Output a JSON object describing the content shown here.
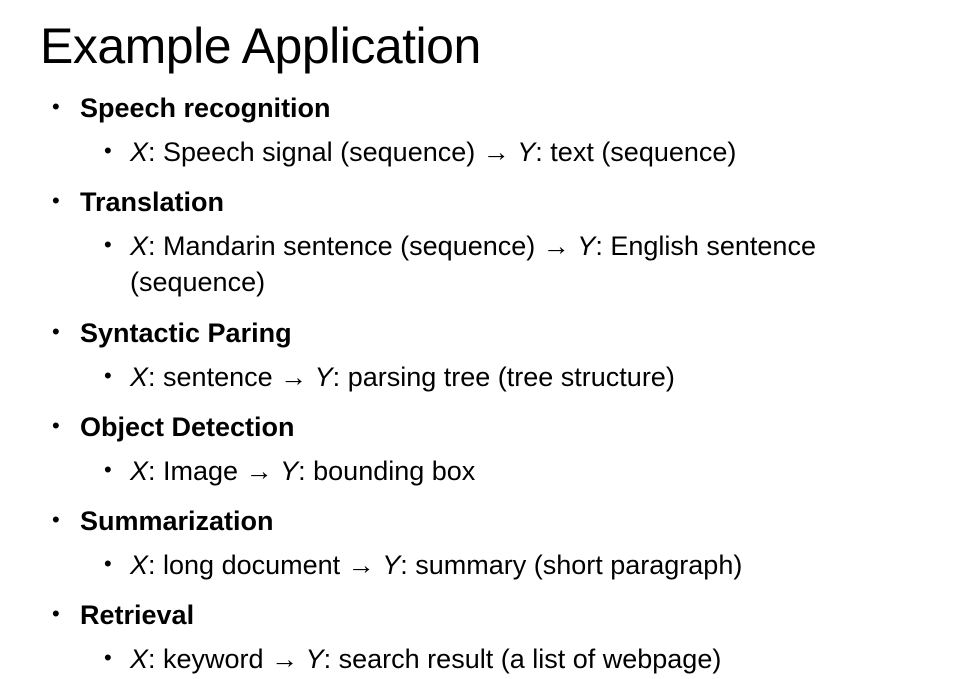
{
  "title": "Example Application",
  "bullet_glyph": "•",
  "arrow_glyph": "→",
  "items": [
    {
      "heading": "Speech recognition",
      "x_label": "X",
      "x_text": "Speech signal (sequence)",
      "y_label": "Y",
      "y_text": "text (sequence)"
    },
    {
      "heading": "Translation",
      "x_label": "X",
      "x_text": "Mandarin sentence (sequence)",
      "y_label": "Y",
      "y_text": "English sentence (sequence)"
    },
    {
      "heading": "Syntactic Paring",
      "x_label": "X",
      "x_text": "sentence",
      "y_label": "Y",
      "y_text": "parsing tree (tree structure)"
    },
    {
      "heading": "Object Detection",
      "x_label": "X",
      "x_text": "Image",
      "y_label": "Y",
      "y_text": "bounding box"
    },
    {
      "heading": "Summarization",
      "x_label": "X",
      "x_text": "long document",
      "y_label": "Y",
      "y_text": "summary (short paragraph)"
    },
    {
      "heading": "Retrieval",
      "x_label": "X",
      "x_text": "keyword",
      "y_label": "Y",
      "y_text": "search result (a list of webpage)"
    }
  ]
}
